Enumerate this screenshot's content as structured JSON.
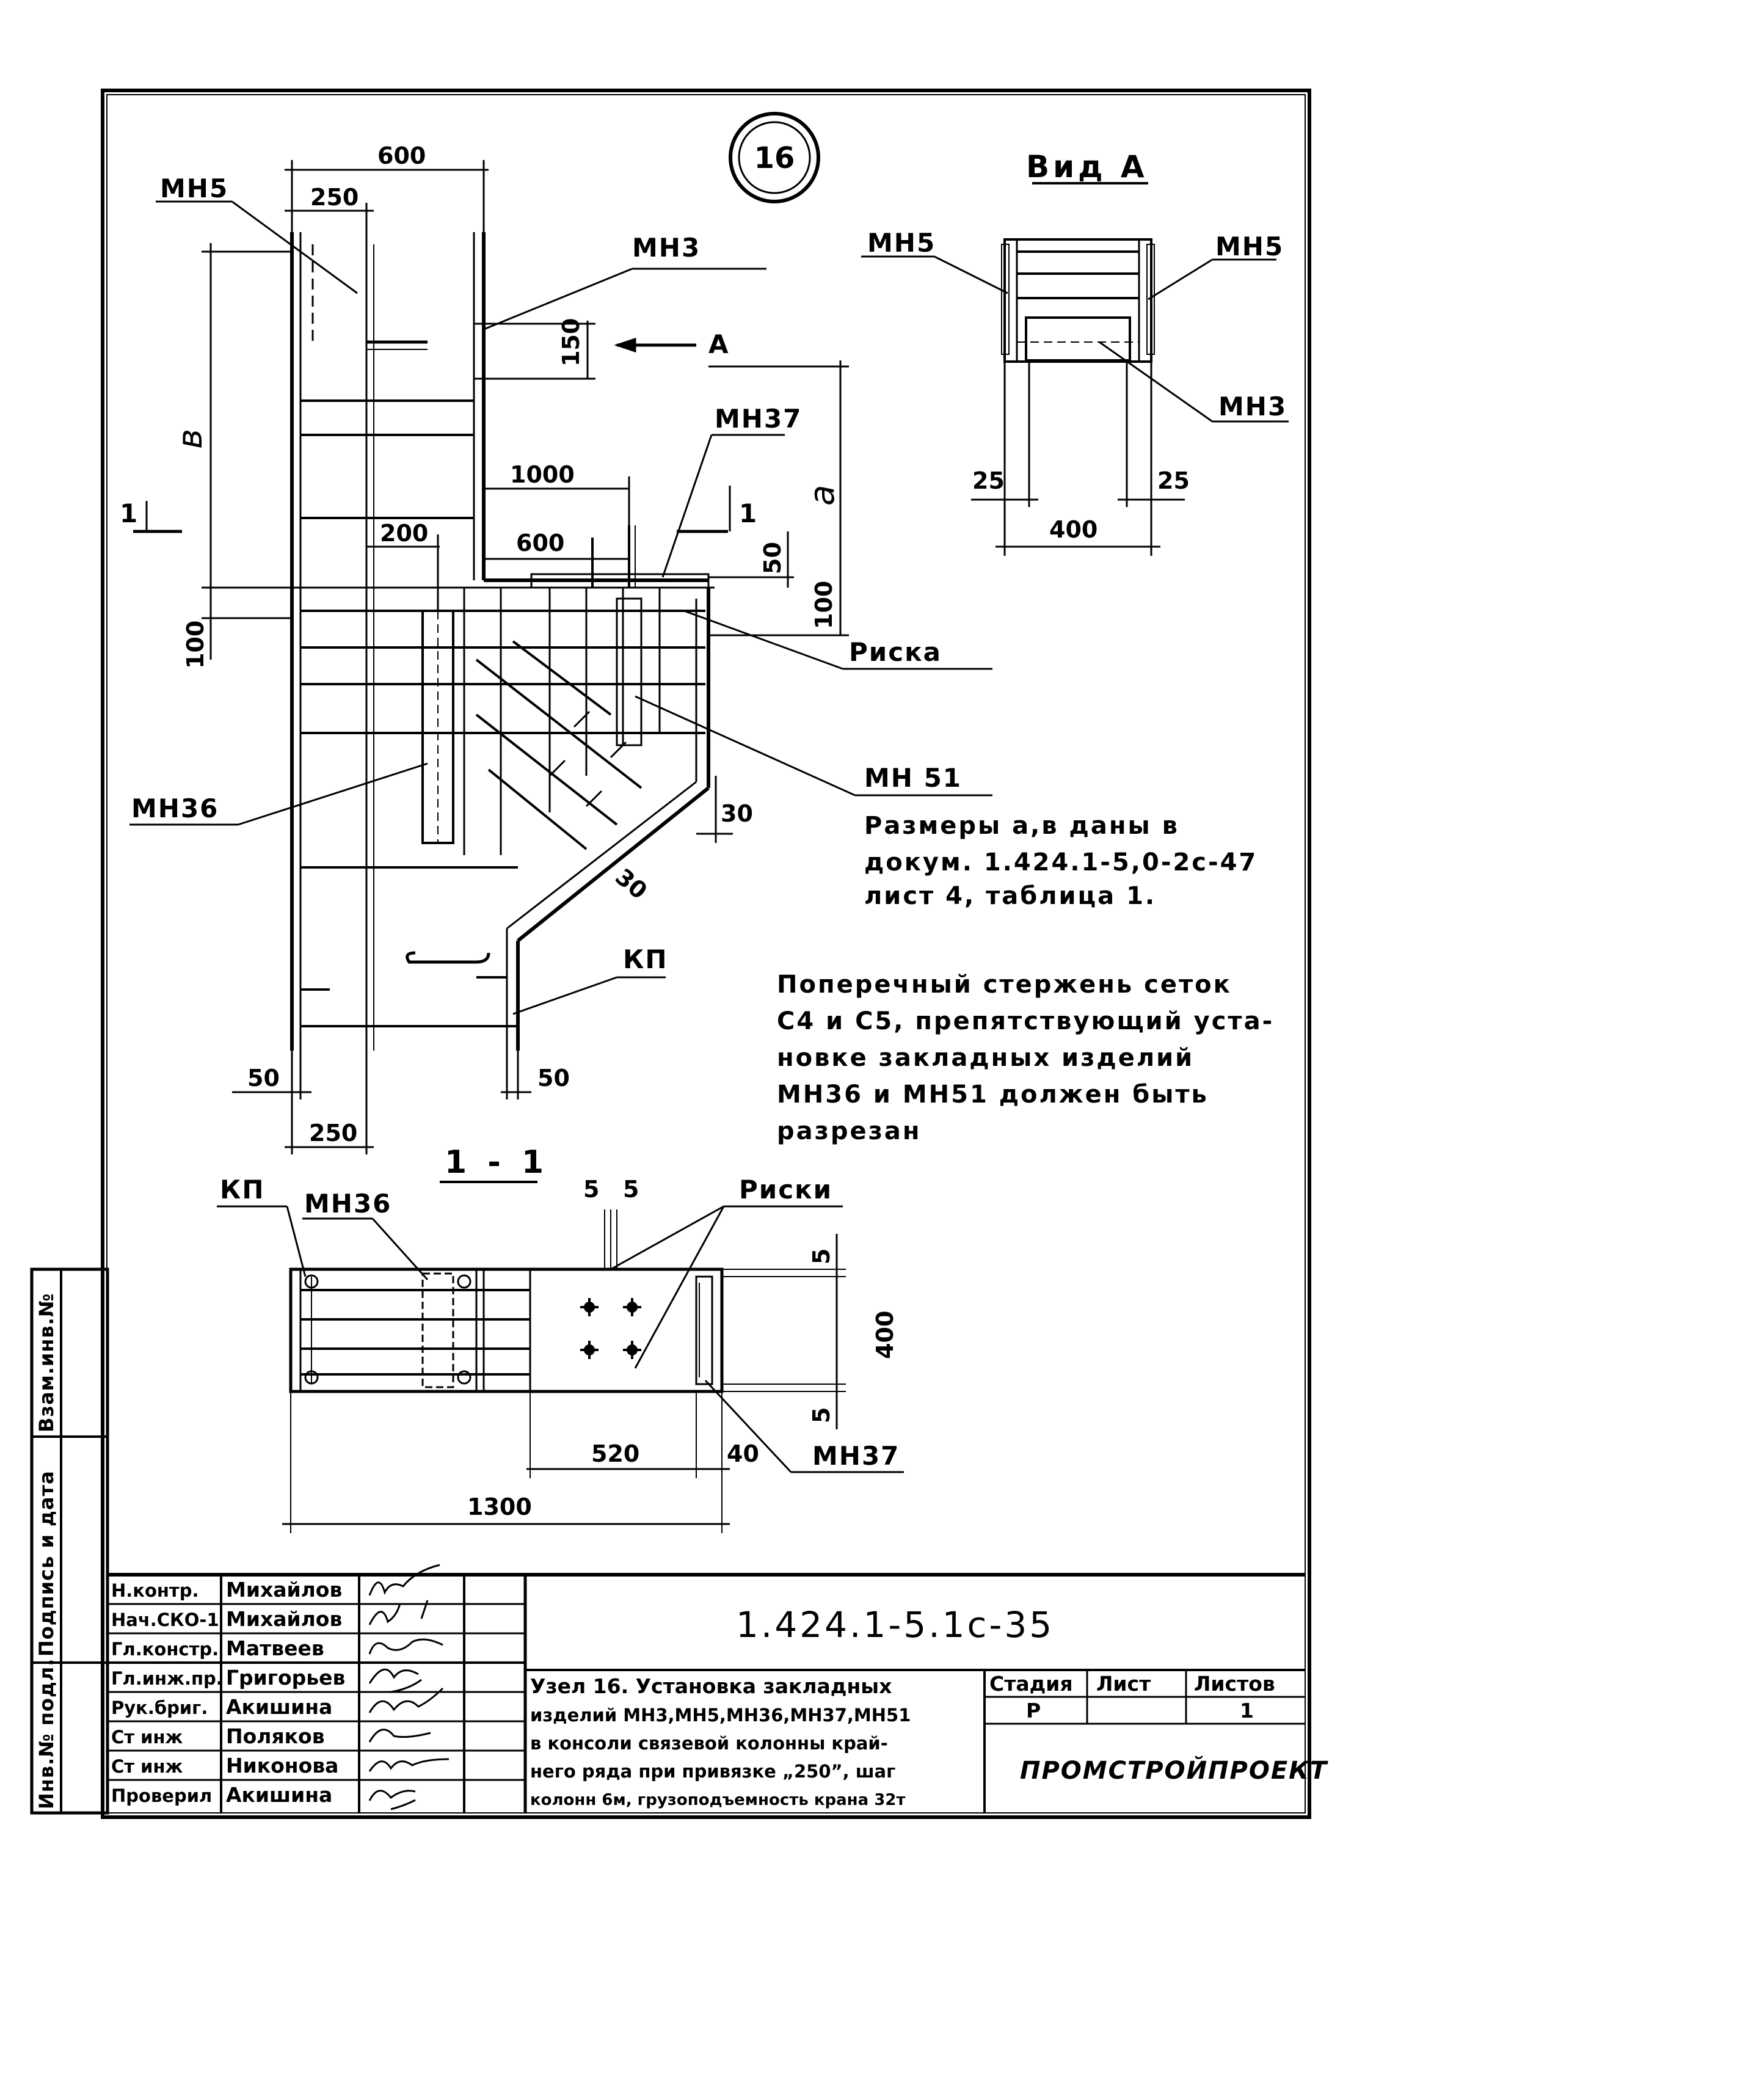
{
  "node_number": "16",
  "view_a_title": "Вид А",
  "view_a_labels": {
    "left": "МН5",
    "right": "МН5",
    "bottom": "МН3"
  },
  "view_a_dims": {
    "left": "25",
    "right": "25",
    "width": "400"
  },
  "main_labels": {
    "mn5": "МН5",
    "mn3": "МН3",
    "mn37": "МН37",
    "riska": "Риска",
    "mn51": "МН 51",
    "mn36": "МН36",
    "kp": "КП",
    "arrow_a": "А",
    "section_left": "1",
    "section_right": "1",
    "b": "в",
    "a": "а"
  },
  "main_dims": {
    "top_600": "600",
    "top_250": "250",
    "d150": "150",
    "d1000": "1000",
    "d200": "200",
    "d600b": "600",
    "d50": "50",
    "d100r": "100",
    "d100l": "100",
    "d30a": "30",
    "d30b": "30",
    "bl50": "50",
    "br50": "50",
    "b250": "250"
  },
  "notes": {
    "sizes_line1": "Размеры а,в даны в",
    "sizes_line2": "докум. 1.424.1-5,0-2с-47",
    "sizes_line3": "лист 4, таблица 1.",
    "bar_line1": "Поперечный стержень сеток",
    "bar_line2": "С4 и С5, препятствующий уста-",
    "bar_line3": "новке закладных изделий",
    "bar_line4": "МН36 и МН51 должен быть",
    "bar_line5": "разрезан"
  },
  "section_1_1": {
    "title": "1 - 1",
    "labels": {
      "kp": "КП",
      "mn36": "МН36",
      "riski": "Риски",
      "mn37": "МН37"
    },
    "dims": {
      "t5a": "5",
      "t5b": "5",
      "r5a": "5",
      "r400": "400",
      "r5b": "5",
      "d520": "520",
      "d40": "40",
      "d1300": "1300"
    }
  },
  "title_block": {
    "code": "1.424.1-5.1с-35",
    "staff": [
      {
        "role": "Н.контр.",
        "name": "Михайлов"
      },
      {
        "role": "Нач.СКО-1",
        "name": "Михайлов"
      },
      {
        "role": "Гл.констр.",
        "name": "Матвеев"
      },
      {
        "role": "Гл.инж.пр.",
        "name": "Григорьев"
      },
      {
        "role": "Рук.бриг.",
        "name": "Акишина"
      },
      {
        "role": "Ст инж",
        "name": "Поляков"
      },
      {
        "role": "Ст инж",
        "name": "Никонова"
      },
      {
        "role": "Проверил",
        "name": "Акишина"
      }
    ],
    "description": [
      "Узел 16. Установка закладных",
      "изделий МН3,МН5,МН36,МН37,МН51",
      "в консоли связевой колонны край-",
      "него ряда при привязке „250”, шаг",
      "колонн 6м, грузоподъемность крана 32т"
    ],
    "stage_header": "Стадия",
    "sheet_header": "Лист",
    "sheets_header": "Листов",
    "stage": "Р",
    "sheet": "",
    "sheets": "1",
    "org": "ПРОМСТРОЙПРОЕКТ"
  },
  "side_stamp": {
    "inv_orig": "Инв.№ подл.",
    "sign_date": "Подпись и дата",
    "replace_inv": "Взам.инв.№"
  }
}
